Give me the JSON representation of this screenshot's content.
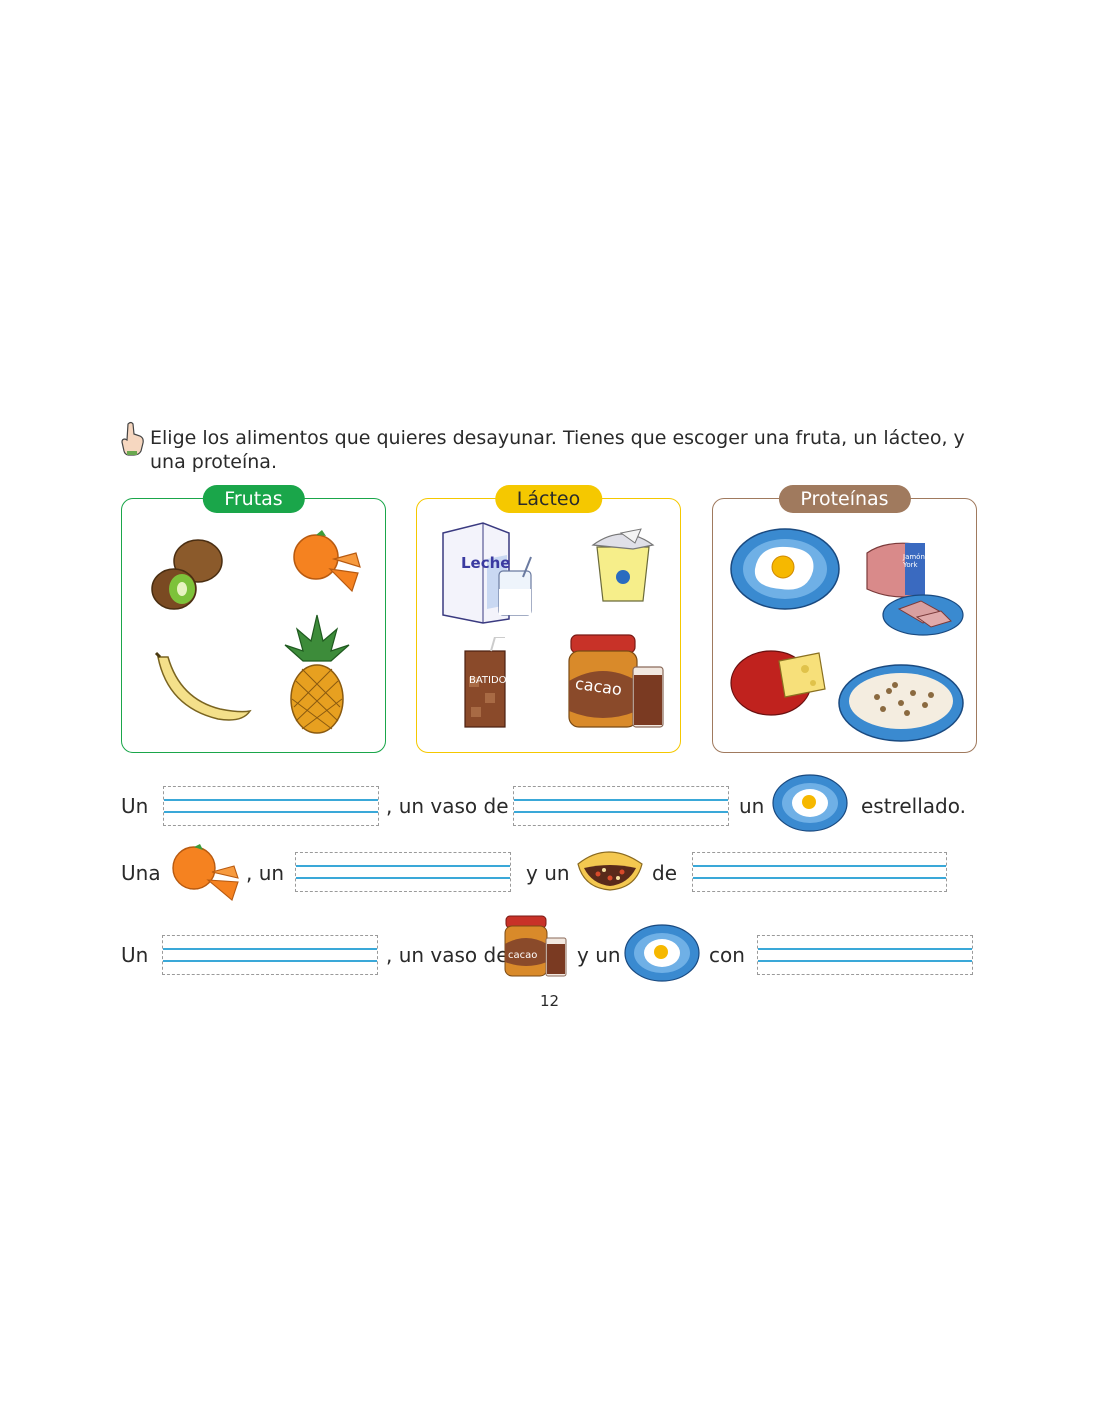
{
  "instruction": "Elige los alimentos que quieres desayunar. Tienes que escoger una fruta, un lácteo, y una proteína.",
  "panels": {
    "frutas": {
      "title": "Frutas",
      "color": "#1aa64a"
    },
    "lacteo": {
      "title": "Lácteo",
      "color": "#f5c800"
    },
    "proteinas": {
      "title": "Proteínas",
      "color": "#a07a5e"
    }
  },
  "labels": {
    "leche": "Leche",
    "batido": "BATIDO",
    "cacao": "cacao",
    "jamon": "Jamón York"
  },
  "sentences": {
    "s1": {
      "w1": "Un",
      "w2": ", un vaso de",
      "w3": "un",
      "w4": "estrellado."
    },
    "s2": {
      "w1": "Una",
      "w2": ", un",
      "w3": "y un",
      "w4": "de"
    },
    "s3": {
      "w1": "Un",
      "w2": ", un vaso de",
      "w3": "y un",
      "w4": "con"
    }
  },
  "page_number": "12"
}
